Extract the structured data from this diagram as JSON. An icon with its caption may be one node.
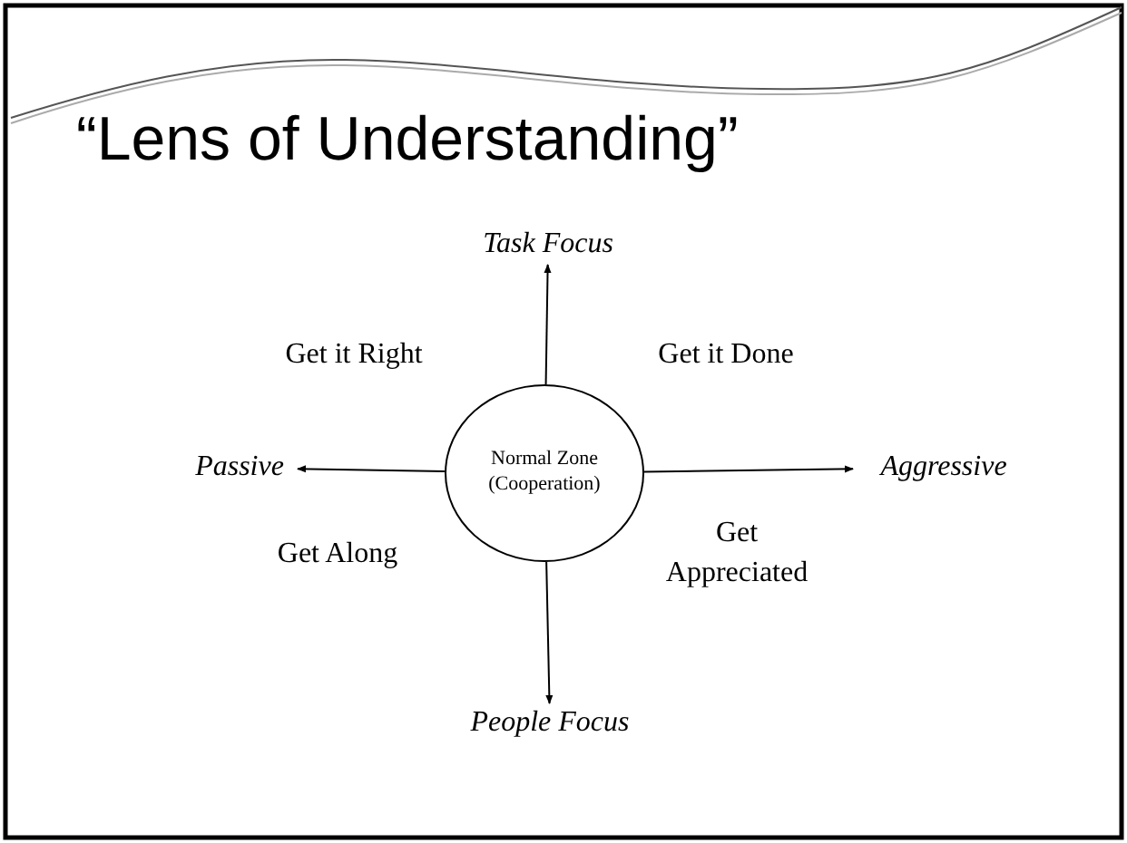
{
  "diagram": {
    "title": "“Lens of Understanding”",
    "nodes": [
      {
        "text": [
          "Normal Zone (Cooperation)"
        ]
      },
      {
        "text": [
          "Task Focus"
        ]
      },
      {
        "text": [
          "Aggressive"
        ]
      },
      {
        "text": [
          "People Focus"
        ]
      },
      {
        "text": [
          "Passive"
        ]
      }
    ],
    "edges": [
      {
        "from": 0,
        "to": 1,
        "arrow": "to"
      },
      {
        "from": 0,
        "to": 2,
        "arrow": "to"
      },
      {
        "from": 0,
        "to": 3,
        "arrow": "to"
      },
      {
        "from": 0,
        "to": 4,
        "arrow": "to"
      }
    ],
    "labels": [
      "Get it Right",
      "Get it Done",
      "Get Along",
      "Get Appreciated"
    ]
  }
}
